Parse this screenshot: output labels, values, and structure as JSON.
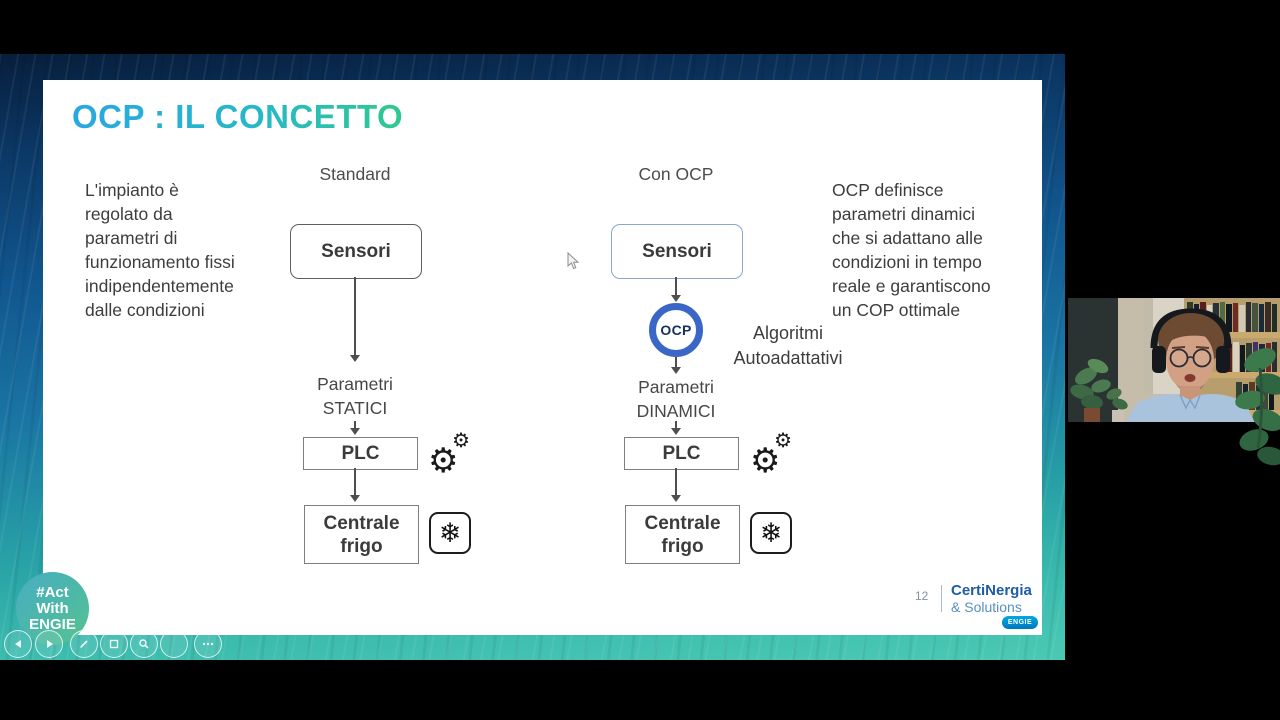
{
  "slide": {
    "title": "OCP : IL CONCETTO",
    "left_note_lines": [
      "L'impianto è",
      "regolato da",
      "parametri di",
      "funzionamento fissi",
      "indipendentemente",
      "dalle condizioni"
    ],
    "right_note_lines": [
      "OCP definisce",
      "parametri dinamici",
      "che si adattano alle",
      "condizioni in tempo",
      "reale e garantiscono",
      "un COP ottimale"
    ],
    "standard_flow": {
      "heading": "Standard",
      "sensori_label": "Sensori",
      "param_line1": "Parametri",
      "param_line2": "STATICI",
      "plc_label": "PLC",
      "centrale_line1": "Centrale",
      "centrale_line2": "frigo"
    },
    "ocp_flow": {
      "heading": "Con OCP",
      "sensori_label": "Sensori",
      "ocp_label": "OCP",
      "algo_line1": "Algoritmi",
      "algo_line2": "Autoadattativi",
      "param_line1": "Parametri",
      "param_line2": "DINAMICI",
      "plc_label": "PLC",
      "centrale_line1": "Centrale",
      "centrale_line2": "frigo"
    },
    "icons": {
      "gear": "⚙",
      "snowflake": "❄"
    },
    "footer": {
      "page_number": "12",
      "brand_name": "CertiNergia",
      "brand_sub": "& Solutions",
      "engie_text": "ENGIE"
    }
  },
  "badge": {
    "line1": "#Act",
    "line2": "With",
    "line3": "ENGIE"
  },
  "player": {
    "controls": [
      "previous",
      "play",
      "annotate",
      "snapshot",
      "zoom",
      "pointer",
      "more"
    ]
  },
  "colors": {
    "title_gradient_start": "#29a8e0",
    "title_gradient_end": "#2fc98f",
    "ocp_ring_blue": "#3a67c6",
    "sensori_ocp_border": "#8aa6d3",
    "brand_blue": "#1e5ca6",
    "brand_light_blue": "#5590c2",
    "engie_blue": "#00a9e0",
    "badge_teal": "#48aec3",
    "badge_green": "#57c48e",
    "stage_navy": "#0b3764",
    "stage_teal": "#3cbcae"
  }
}
